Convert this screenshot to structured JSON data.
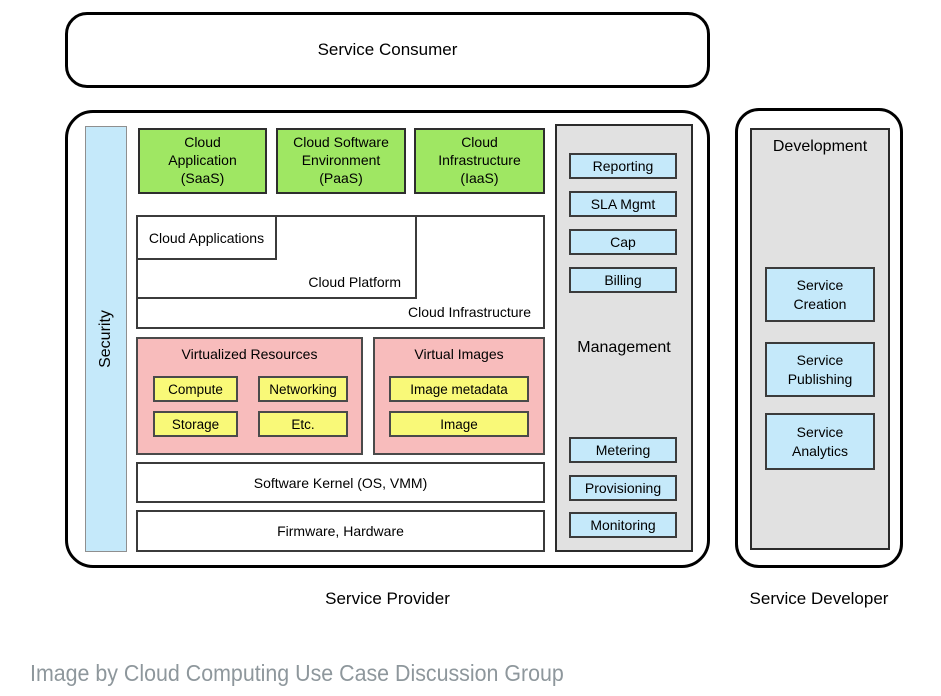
{
  "colors": {
    "green": "#9fe763",
    "light_blue": "#c5e9fa",
    "pink": "#f8bcbc",
    "yellow": "#f9f978",
    "panel_gray": "#e1e1e1",
    "caption_gray": "#8e979c"
  },
  "consumer": {
    "title": "Service Consumer"
  },
  "provider": {
    "title": "Service Provider",
    "security_label": "Security",
    "layers": [
      {
        "label": "Cloud\nApplication\n(SaaS)"
      },
      {
        "label": "Cloud Software\nEnvironment\n(PaaS)"
      },
      {
        "label": "Cloud\nInfrastructure\n(IaaS)"
      }
    ],
    "stack": {
      "applications": "Cloud Applications",
      "platform": "Cloud Platform",
      "infrastructure": "Cloud Infrastructure"
    },
    "virtualized_resources": {
      "title": "Virtualized Resources",
      "items": [
        "Compute",
        "Networking",
        "Storage",
        "Etc."
      ]
    },
    "virtual_images": {
      "title": "Virtual Images",
      "items": [
        "Image metadata",
        "Image"
      ]
    },
    "kernel": "Software Kernel (OS, VMM)",
    "firmware": "Firmware, Hardware"
  },
  "management": {
    "title": "Management",
    "top_buttons": [
      "Reporting",
      "SLA Mgmt",
      "Cap",
      "Billing"
    ],
    "bottom_buttons": [
      "Metering",
      "Provisioning",
      "Monitoring"
    ]
  },
  "developer": {
    "title": "Service Developer",
    "panel_title": "Development",
    "buttons": [
      "Service\nCreation",
      "Service\nPublishing",
      "Service\nAnalytics"
    ]
  },
  "caption": "Image by Cloud Computing Use Case Discussion Group"
}
